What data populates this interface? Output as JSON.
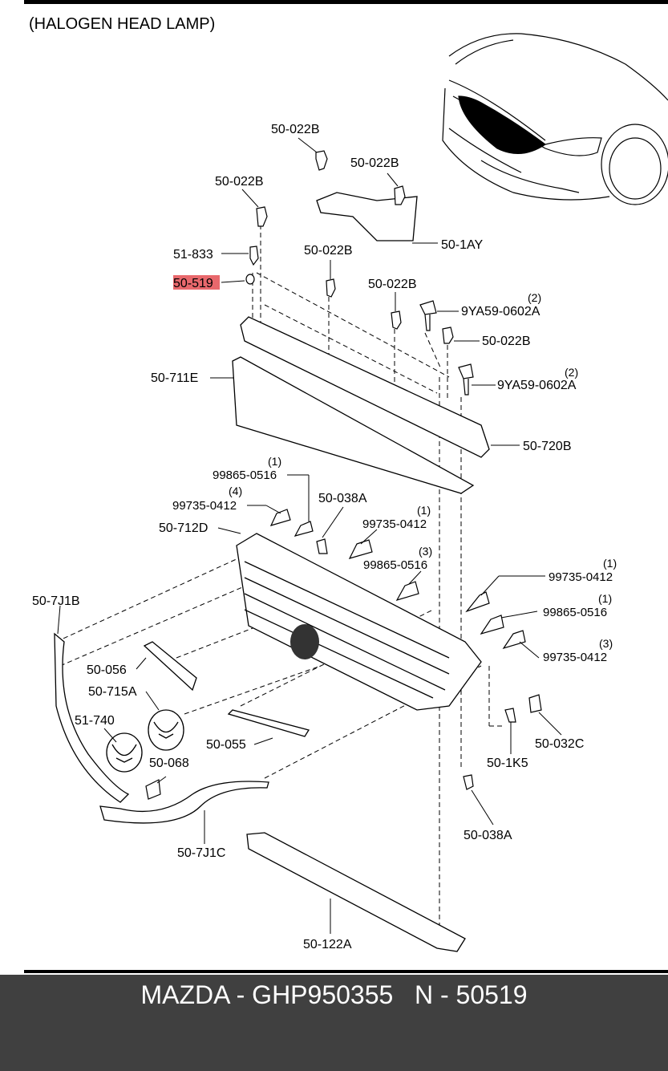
{
  "diagram": {
    "title": "(HALOGEN HEAD LAMP)",
    "highlight_color": "#e8686c",
    "labels": {
      "p_022b_a": "50-022B",
      "p_022b_b": "50-022B",
      "p_022b_c": "50-022B",
      "p_022b_d": "50-022B",
      "p_022b_e": "50-022B",
      "p_022b_f": "50-022B",
      "p_1ay": "50-1AY",
      "p_51_833": "51-833",
      "p_50_519": "50-519",
      "p_9ya59_a": "9YA59-0602A",
      "q_9ya59_a": "(2)",
      "p_9ya59_b": "9YA59-0602A",
      "q_9ya59_b": "(2)",
      "p_711e": "50-711E",
      "p_720b": "50-720B",
      "p_99865_a": "99865-0516",
      "q_99865_a": "(1)",
      "p_99735_a": "99735-0412",
      "q_99735_a": "(4)",
      "p_038a_a": "50-038A",
      "p_712d": "50-712D",
      "p_99735_b": "99735-0412",
      "q_99735_b": "(1)",
      "p_99865_b": "99865-0516",
      "q_99865_b": "(3)",
      "p_99735_c": "99735-0412",
      "q_99735_c": "(1)",
      "p_99865_c": "99865-0516",
      "q_99865_c": "(1)",
      "p_99735_d": "99735-0412",
      "q_99735_d": "(3)",
      "p_7j1b": "50-7J1B",
      "p_056": "50-056",
      "p_715a": "50-715A",
      "p_51_740": "51-740",
      "p_055": "50-055",
      "p_068": "50-068",
      "p_032c": "50-032C",
      "p_1k5": "50-1K5",
      "p_038a_b": "50-038A",
      "p_7j1c": "50-7J1C",
      "p_122a": "50-122A"
    }
  },
  "footer": {
    "text": "MAZDA - GHP950355   N - 50519"
  }
}
